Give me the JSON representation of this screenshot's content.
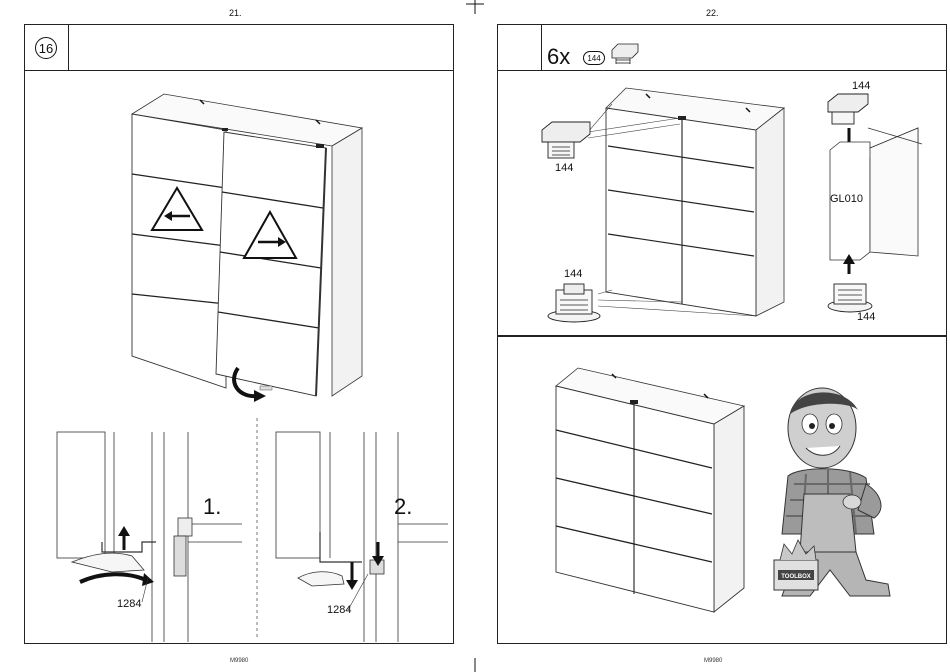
{
  "left_page": {
    "page_number": "21.",
    "step_number": "16",
    "detail_1": {
      "step_label": "1.",
      "part_label": "1284"
    },
    "detail_2": {
      "step_label": "2.",
      "part_label": "1284"
    },
    "footer": "M9980"
  },
  "right_page": {
    "page_number": "22.",
    "quantity": "6x",
    "part_badge": "144",
    "part_labels": {
      "top_left": "144",
      "bottom_left": "144",
      "top_right": "144",
      "bottom_right": "144"
    },
    "panel_label": "GL010",
    "toolbox_label": "TOOLBOX",
    "footer": "M9980"
  }
}
